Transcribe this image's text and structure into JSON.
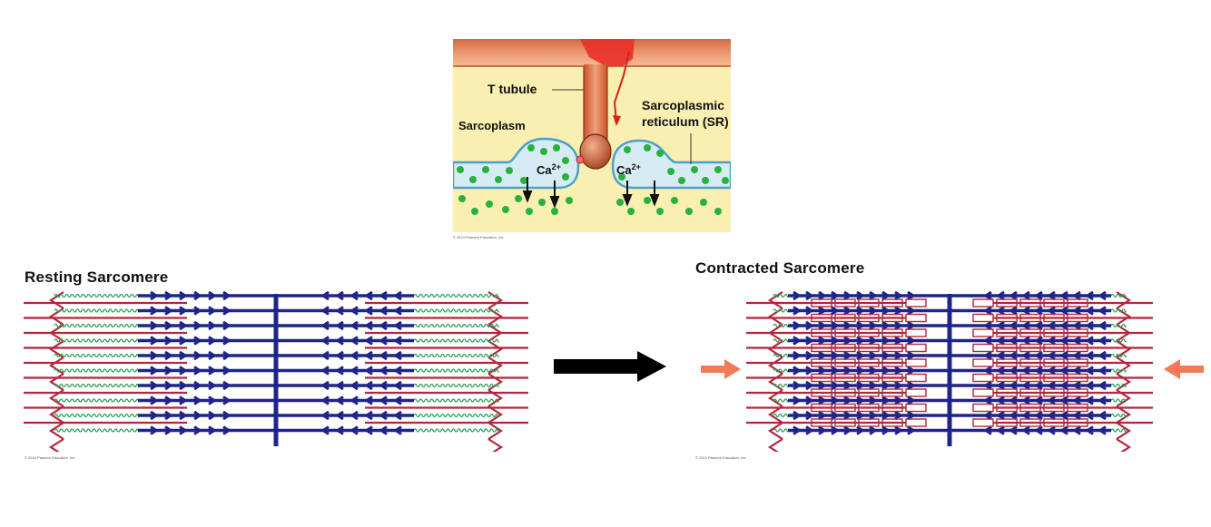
{
  "top_diagram": {
    "labels": {
      "t_tubule": "T tubule",
      "sarcoplasm": "Sarcoplasm",
      "sr_line1": "Sarcoplasmic",
      "sr_line2": "reticulum (SR)",
      "calcium": "Ca",
      "calcium_charge": "2+"
    },
    "copyright": "© 2010 Pearson Education, Inc."
  },
  "resting": {
    "title": "Resting Sarcomere",
    "copyright": "© 2010 Pearson Education, Inc."
  },
  "contracted": {
    "title": "Contracted Sarcomere",
    "copyright": "© 2010 Pearson Education, Inc."
  },
  "colors": {
    "membrane_top": "#e8946a",
    "sarcoplasm": "#f8efb0",
    "sr_fill": "#cfe4ee",
    "sr_border": "#4aa0c9",
    "calcium_dot": "#27b23d",
    "thick_filament": "#1f2588",
    "thin_filament": "#b3263d",
    "titin": "#2aa05a",
    "force_arrow": "#f47a55",
    "transition_arrow": "#000000"
  }
}
